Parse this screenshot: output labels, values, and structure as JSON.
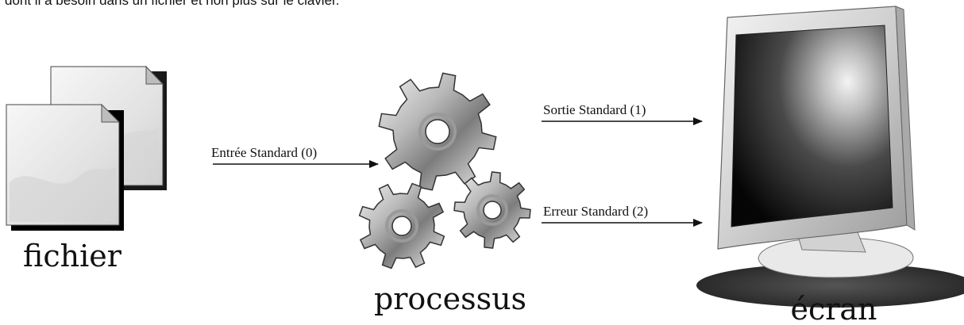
{
  "top_text": "dont il a besoin dans un fichier et non plus sur le clavier.",
  "labels": {
    "file": "fichier",
    "process": "processus",
    "screen": "écran"
  },
  "streams": {
    "stdin": "Entrée Standard (0)",
    "stdout": "Sortie Standard (1)",
    "stderr": "Erreur Standard (2)"
  },
  "icons": {
    "file": "document-stack-icon",
    "process": "gears-icon",
    "screen": "monitor-icon"
  }
}
